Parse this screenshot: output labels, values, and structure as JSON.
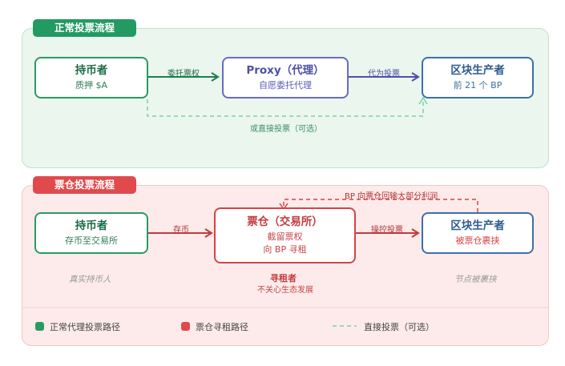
{
  "normal_flow": {
    "title": "正常投票流程",
    "holder": {
      "title": "持币者",
      "sub": "质押 $A"
    },
    "proxy": {
      "title": "Proxy（代理）",
      "sub": "自愿委托代理"
    },
    "producer": {
      "title": "区块生产者",
      "sub": "前 21 个 BP"
    },
    "edge_delegate": "委托票权",
    "edge_vote": "代为投票",
    "edge_direct": "或直接投票（可选）"
  },
  "exchange_flow": {
    "title": "票仓投票流程",
    "holder": {
      "title": "持币者",
      "sub": "存币至交易所"
    },
    "exchange": {
      "title": "票仓（交易所）",
      "sub1": "截留票权",
      "sub2": "向 BP 寻租"
    },
    "producer": {
      "title": "区块生产者",
      "sub": "被票仓裹挟"
    },
    "edge_deposit": "存币",
    "edge_control": "操控投票",
    "edge_kickback": "BP 向票仓回输大部分利润",
    "note_holder": "真实持币人",
    "note_renter_title": "寻租者",
    "note_renter_sub": "不关心生态发展",
    "note_producer": "节点被裹挟"
  },
  "legend": {
    "green_label": "正常代理投票路径",
    "red_label": "票仓寻租路径",
    "dashed_label": "直接投票（可选）"
  },
  "colors": {
    "green": "#2a9a63",
    "red": "#d84245",
    "purple": "#6a6ac8",
    "blue": "#3e70a8",
    "dashed": "#7fcfa8"
  }
}
